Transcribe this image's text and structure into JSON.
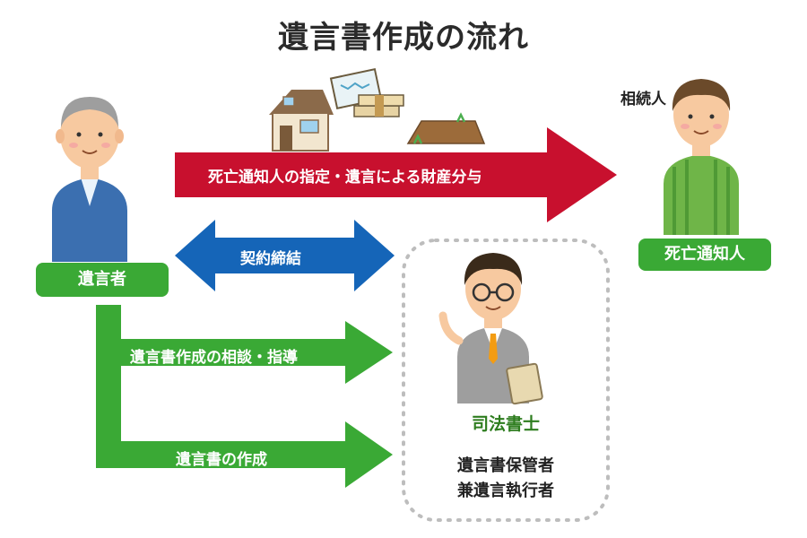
{
  "title": "遺言書作成の流れ",
  "arrows": {
    "bequest": "死亡通知人の指定・遺言による財産分与",
    "contract": "契約締結",
    "consult": "遺言書作成の相談・指導",
    "create": "遺言書の作成"
  },
  "people": {
    "testator_label": "遺言者",
    "heir_caption": "相続人",
    "heir_label": "死亡通知人",
    "scrivener_label": "司法書士",
    "scrivener_role_line1": "遺言書保管者",
    "scrivener_role_line2": "兼遺言執行者"
  },
  "colors": {
    "red_arrow": "#c8102e",
    "blue_arrow": "#1565b8",
    "green": "#3aa935",
    "dashed_border": "#bdbdbd"
  }
}
